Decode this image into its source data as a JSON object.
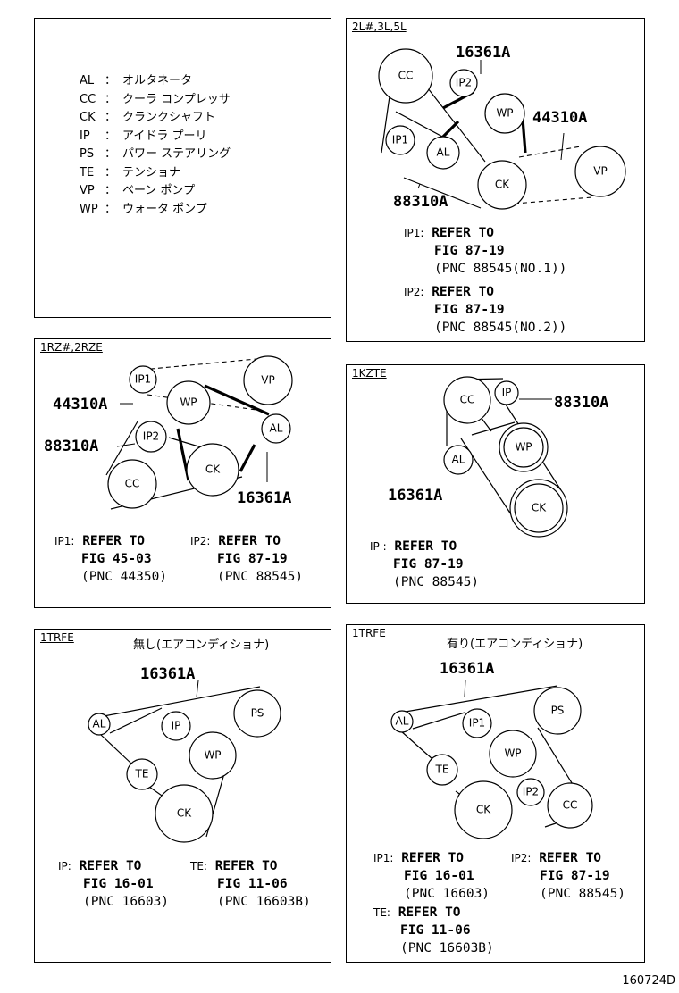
{
  "legend": [
    {
      "code": "AL",
      "sep": "：",
      "name": "オルタネータ"
    },
    {
      "code": "CC",
      "sep": "：",
      "name": "クーラ コンプレッサ"
    },
    {
      "code": "CK",
      "sep": "：",
      "name": "クランクシャフト"
    },
    {
      "code": "IP",
      "sep": "：",
      "name": "アイドラ プーリ"
    },
    {
      "code": "PS",
      "sep": "：",
      "name": "パワー ステアリング"
    },
    {
      "code": "TE",
      "sep": "：",
      "name": "テンショナ"
    },
    {
      "code": "VP",
      "sep": "：",
      "name": "ベーン ポンプ"
    },
    {
      "code": "WP",
      "sep": "：",
      "name": "ウォータ ポンプ"
    }
  ],
  "panel_2l": {
    "tag": "2L#,3L,5L",
    "parts": [
      "16361A",
      "44310A",
      "88310A"
    ],
    "pulleys": [
      "CC",
      "IP2",
      "WP",
      "IP1",
      "AL",
      "CK",
      "VP"
    ],
    "notes": [
      {
        "label": "IP1:",
        "l1": "REFER TO",
        "l2": "FIG 87-19",
        "l3": "(PNC 88545(NO.1))"
      },
      {
        "label": "IP2:",
        "l1": "REFER TO",
        "l2": "FIG 87-19",
        "l3": "(PNC 88545(NO.2))"
      }
    ]
  },
  "panel_1rz": {
    "tag": "1RZ#,2RZE",
    "parts": [
      "44310A",
      "88310A",
      "16361A"
    ],
    "pulleys": [
      "IP1",
      "VP",
      "WP",
      "AL",
      "IP2",
      "CK",
      "CC"
    ],
    "notes": [
      {
        "label": "IP1:",
        "l1": "REFER TO",
        "l2": "FIG 45-03",
        "l3": "(PNC 44350)"
      },
      {
        "label": "IP2:",
        "l1": "REFER TO",
        "l2": "FIG 87-19",
        "l3": "(PNC 88545)"
      }
    ]
  },
  "panel_1kz": {
    "tag": "1KZTE",
    "parts": [
      "88310A",
      "16361A"
    ],
    "pulleys": [
      "CC",
      "IP",
      "WP",
      "AL",
      "CK"
    ],
    "notes": [
      {
        "label": "IP :",
        "l1": "REFER TO",
        "l2": "FIG 87-19",
        "l3": "(PNC 88545)"
      }
    ]
  },
  "panel_1tr_a": {
    "tag": "1TRFE",
    "title": "無し(エアコンディショナ)",
    "parts": [
      "16361A"
    ],
    "pulleys": [
      "AL",
      "IP",
      "PS",
      "WP",
      "TE",
      "CK"
    ],
    "notes": [
      {
        "label": "IP:",
        "l1": "REFER TO",
        "l2": "FIG 16-01",
        "l3": "(PNC 16603)"
      },
      {
        "label": "TE:",
        "l1": "REFER TO",
        "l2": "FIG 11-06",
        "l3": "(PNC 16603B)"
      }
    ]
  },
  "panel_1tr_b": {
    "tag": "1TRFE",
    "title": "有り(エアコンディショナ)",
    "parts": [
      "16361A"
    ],
    "pulleys": [
      "AL",
      "IP1",
      "PS",
      "WP",
      "TE",
      "IP2",
      "CK",
      "CC"
    ],
    "notes": [
      {
        "label": "IP1:",
        "l1": "REFER TO",
        "l2": "FIG 16-01",
        "l3": "(PNC 16603)"
      },
      {
        "label": "IP2:",
        "l1": "REFER TO",
        "l2": "FIG 87-19",
        "l3": "(PNC 88545)"
      },
      {
        "label": "TE:",
        "l1": "REFER TO",
        "l2": "FIG 11-06",
        "l3": "(PNC 16603B)"
      }
    ]
  },
  "footer": "160724D"
}
